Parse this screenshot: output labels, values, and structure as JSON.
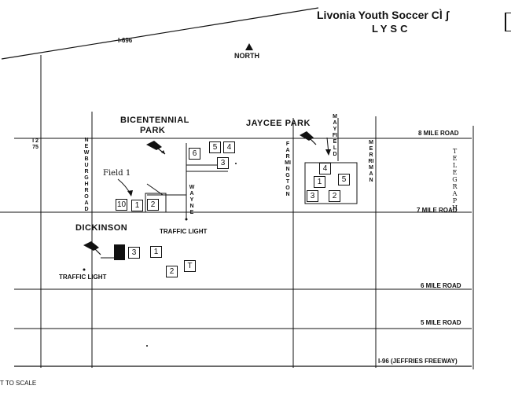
{
  "header": {
    "club_name": "Livonia Youth Soccer Cl̀ ʃ",
    "club_abbrev": "LYSC",
    "north_label": "NORTH"
  },
  "roads": {
    "i696": "I-696",
    "eight_mile": "8 MILE ROAD",
    "seven_mile": "7 MILE ROAD",
    "six_mile": "6 MILE ROAD",
    "five_mile": "5 MILE ROAD",
    "i96": "I-96 (JEFFRIES FREEWAY)",
    "i275": "I 275",
    "newburgh": "NEWBURGH ROAD",
    "wayne": "WAYNE",
    "farmington": "FARMINGTON",
    "mayfield": "MAYFIELD",
    "merriman": "MERRIMAN",
    "telegraph": "TELEGRAPH"
  },
  "parks": {
    "bicentennial_1": "BICENTENNIAL",
    "bicentennial_2": "PARK",
    "jaycee": "JAYCEE PARK",
    "dickinson": "DICKINSON"
  },
  "labels": {
    "field1_note": "Field 1",
    "traffic_light_1": "TRAFFIC LIGHT",
    "traffic_light_2": "TRAFFIC LIGHT",
    "not_to_scale": "T TO SCALE"
  },
  "fields": {
    "bicentennial": [
      "6",
      "5",
      "4",
      "3",
      "10",
      "1",
      "2"
    ],
    "jaycee": [
      "4",
      "1",
      "5",
      "3",
      "2"
    ],
    "dickinson": [
      "3",
      "1",
      "2",
      "T"
    ]
  }
}
